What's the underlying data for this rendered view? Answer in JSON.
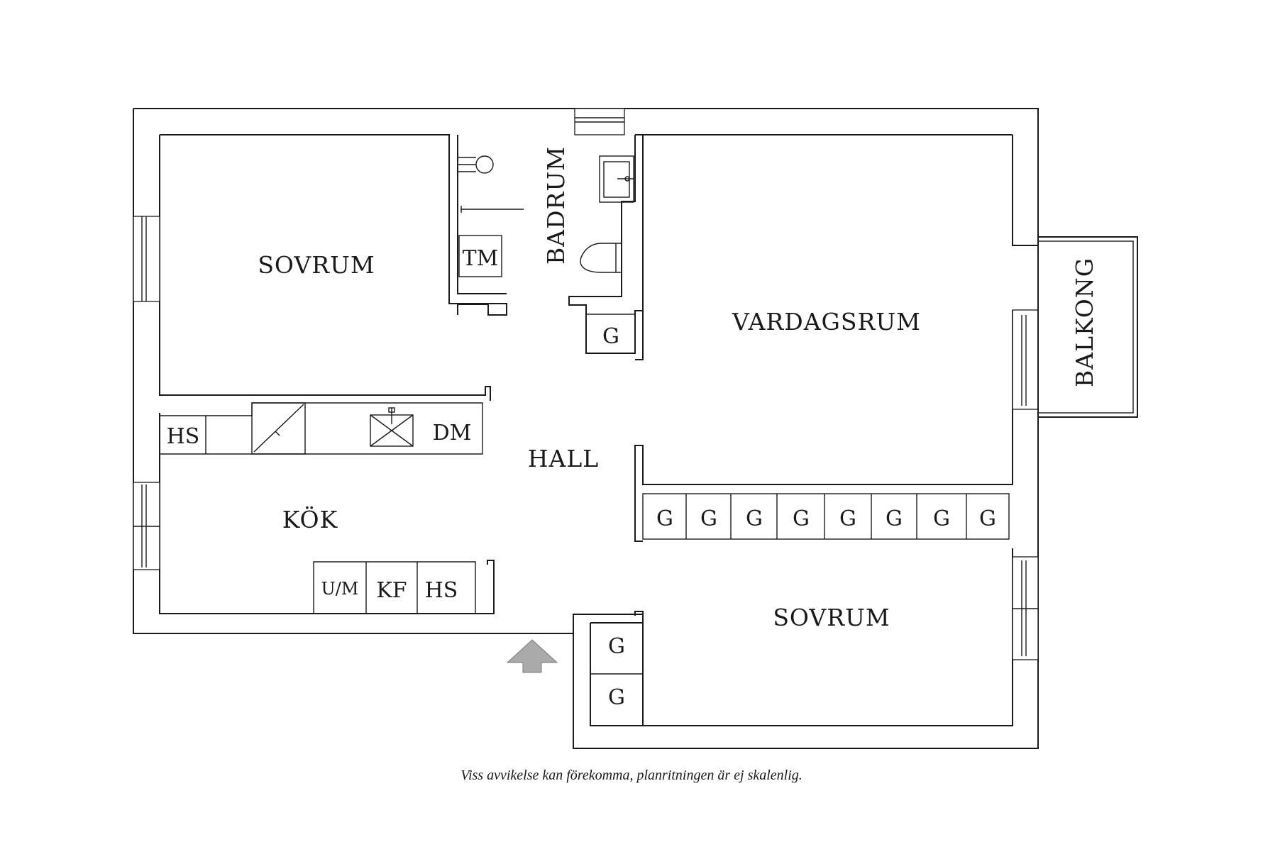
{
  "rooms": {
    "sovrum_top": "SOVRUM",
    "badrum": "BADRUM",
    "vardagsrum": "VARDAGSRUM",
    "balkong": "BALKONG",
    "hall": "HALL",
    "kok": "KÖK",
    "sovrum_bottom": "SOVRUM"
  },
  "fixtures": {
    "tm": "TM",
    "g": "G",
    "hs": "HS",
    "dm": "DM",
    "um": "U/M",
    "kf": "KF"
  },
  "note": "Viss avvikelse kan förekomma, planritningen är ej skalenlig.",
  "colors": {
    "line": "#1a1a1a",
    "entrance_arrow": "#aaaaaa"
  }
}
